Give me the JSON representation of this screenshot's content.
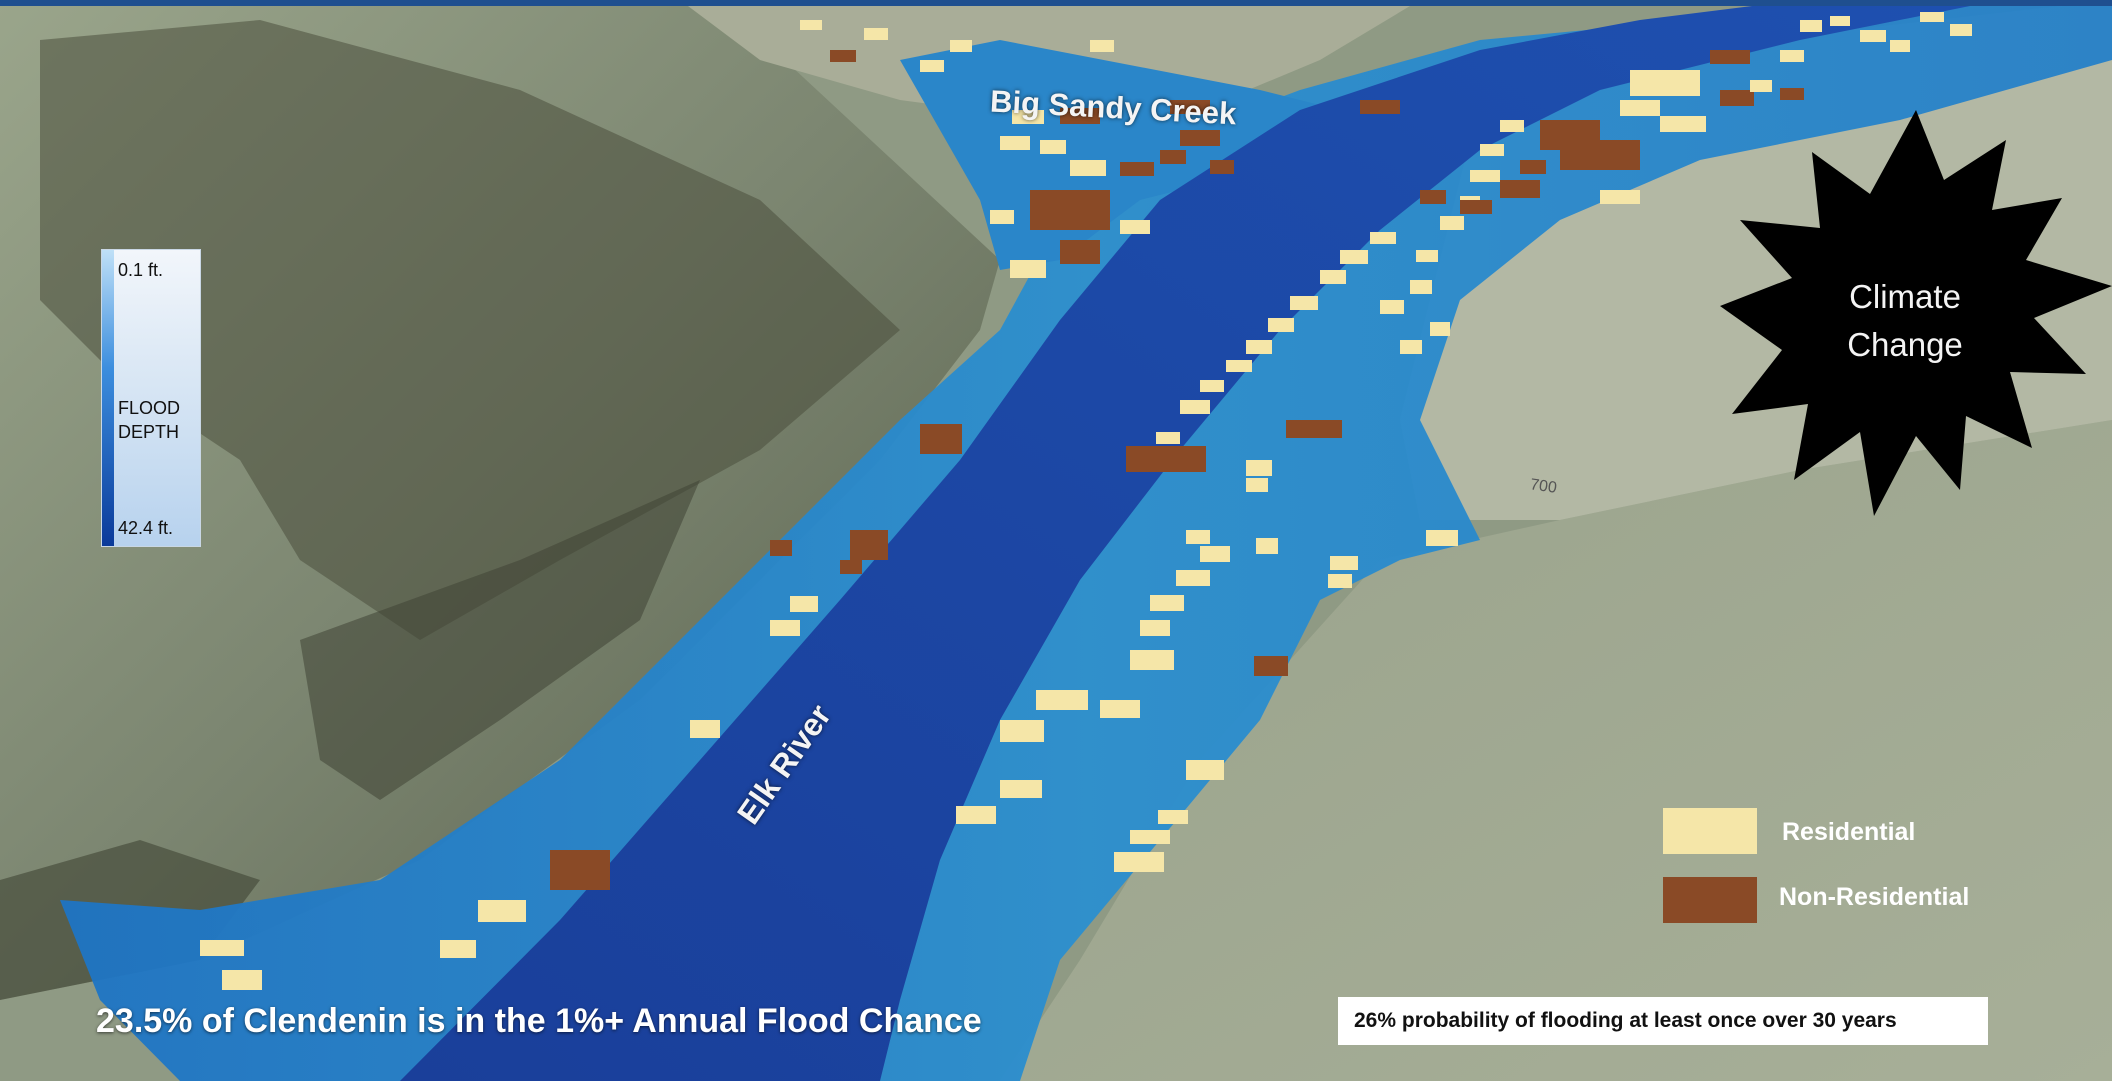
{
  "map": {
    "labels": {
      "creek": "Big Sandy Creek",
      "river": "Elk River",
      "contour": "700"
    }
  },
  "depth_legend": {
    "top": "0.1 ft.",
    "middle_line1": "FLOOD",
    "middle_line2": "DEPTH",
    "bottom": "42.4 ft."
  },
  "callout": {
    "line1": "Climate",
    "line2": "Change"
  },
  "category_legend": {
    "items": [
      {
        "label": "Residential",
        "color": "#f5e6a8"
      },
      {
        "label": "Non-Residential",
        "color": "#8a4a26"
      }
    ]
  },
  "footer": {
    "headline": "23.5% of Clendenin is in the 1%+ Annual Flood Chance",
    "note": "26% probability of flooding at least once over 30 years"
  },
  "colors": {
    "river": "#1d4aa8",
    "floodplain": "#2a86c9",
    "terrain": "#8a957c",
    "ridge_dark": "#3e4233"
  }
}
